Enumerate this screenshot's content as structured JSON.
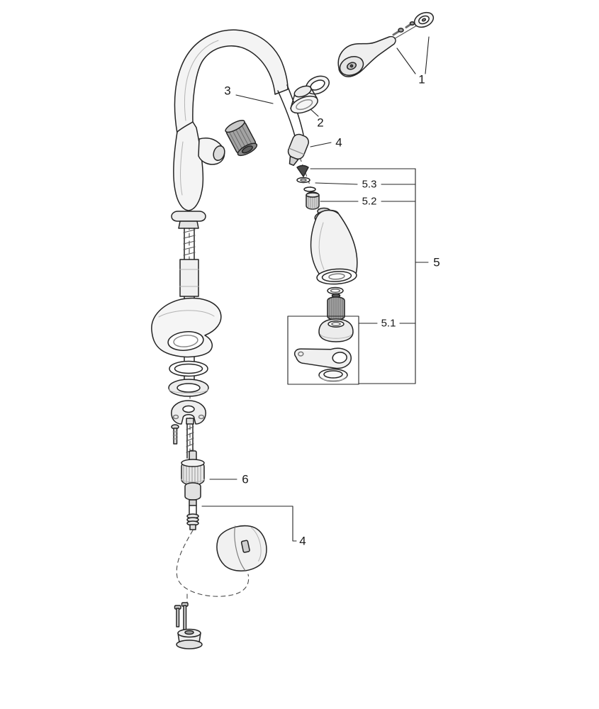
{
  "colors": {
    "background": "#ffffff",
    "line": "#242424",
    "label": "#1a1a1a"
  },
  "diagram": {
    "callouts": [
      {
        "label": "1"
      },
      {
        "label": "2"
      },
      {
        "label": "3"
      },
      {
        "label": "4"
      },
      {
        "label": "5.3"
      },
      {
        "label": "5.2"
      },
      {
        "label": "5"
      },
      {
        "label": "5.1"
      },
      {
        "label": "6"
      },
      {
        "label": "4"
      }
    ]
  }
}
